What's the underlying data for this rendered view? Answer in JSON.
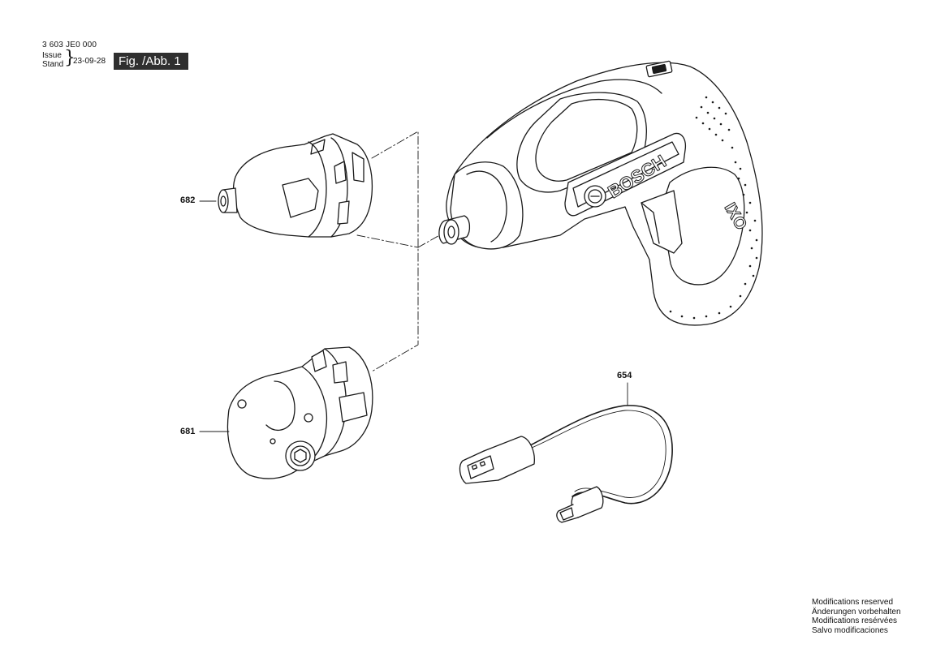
{
  "header": {
    "doc_number": "3 603 JE0 000",
    "issue_label": "Issue",
    "stand_label": "Stand",
    "date": "23-09-28",
    "figure_label": "Fig. /Abb. 1"
  },
  "parts": [
    {
      "number": "682"
    },
    {
      "number": "681"
    },
    {
      "number": "654"
    }
  ],
  "tool": {
    "brand": "BOSCH",
    "model_mark": "IXO"
  },
  "footer": {
    "notices": [
      "Modifications reserved",
      "Änderungen vorbehalten",
      "Modifications resérvées",
      "Salvo modificaciones"
    ]
  },
  "colors": {
    "line": "#1a1a1a",
    "fill": "#ffffff",
    "figure_box_bg": "#2f2f2f",
    "figure_box_text": "#ffffff"
  }
}
